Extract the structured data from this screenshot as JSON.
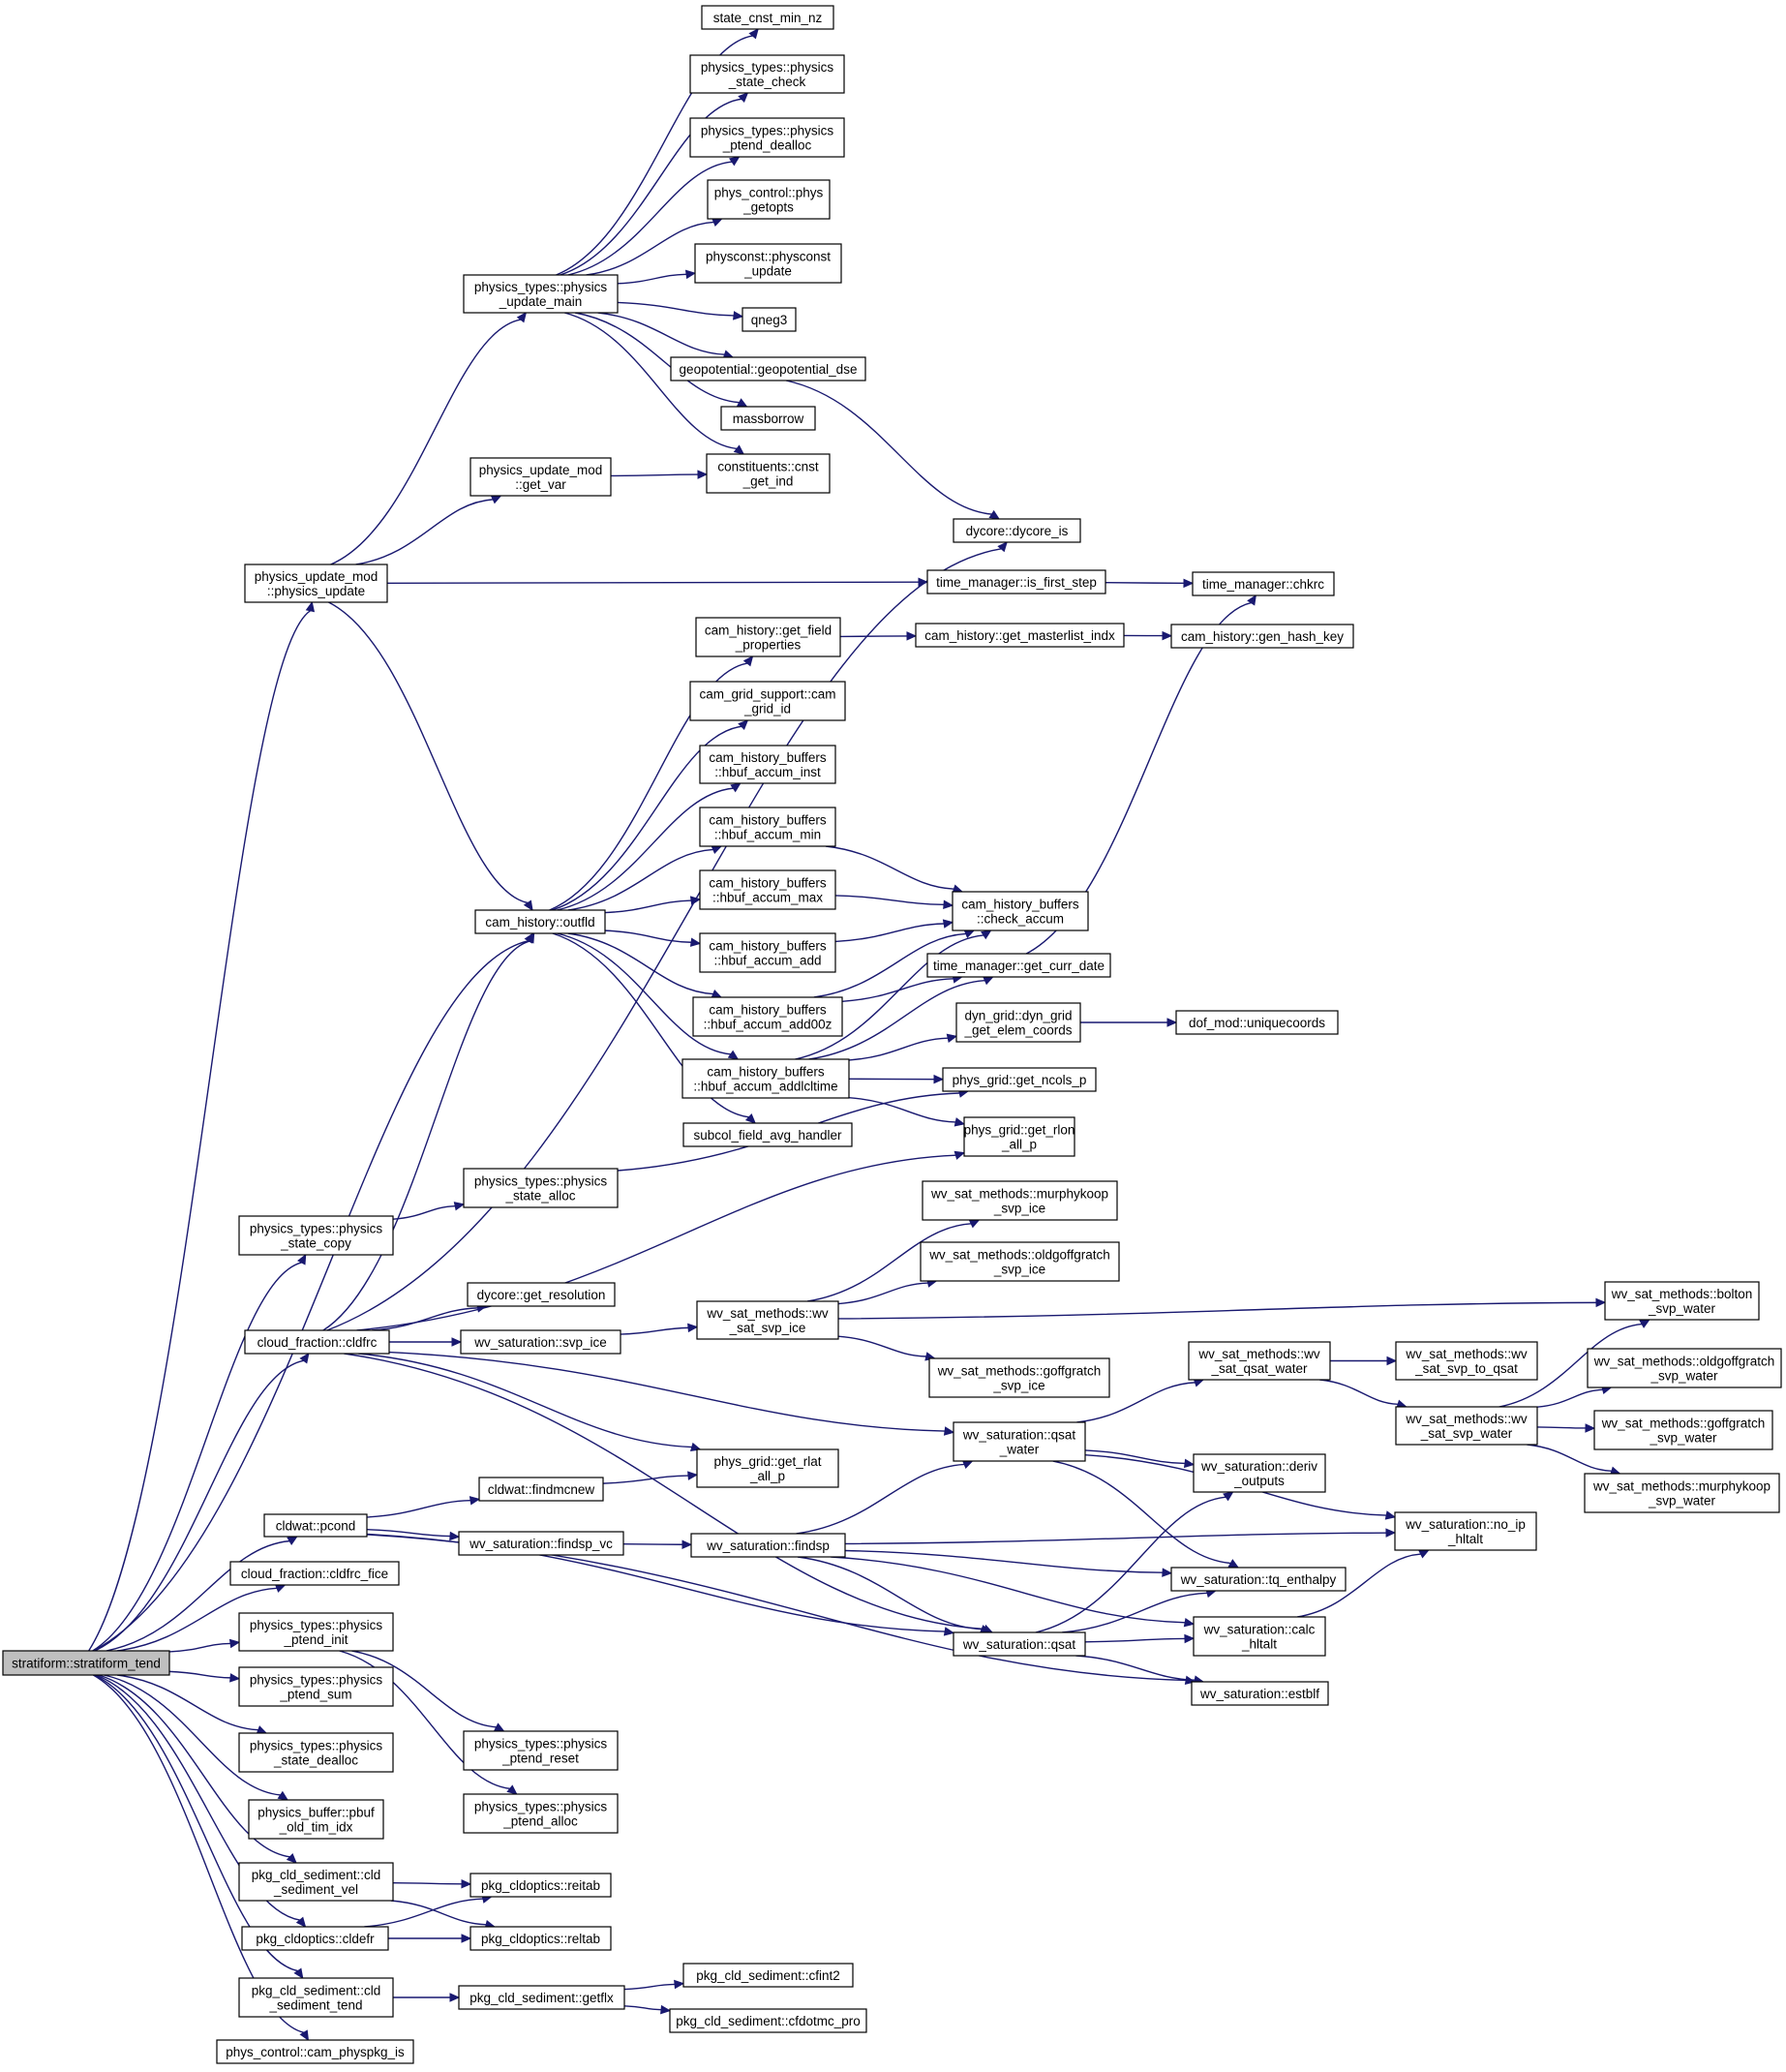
{
  "graph": {
    "edge_color": "#191970",
    "root_fill": "#bfbfbf",
    "nodes": [
      {
        "id": "root",
        "lines": [
          "stratiform::stratiform_tend"
        ],
        "root": true
      },
      {
        "id": "phys_update",
        "lines": [
          "physics_update_mod",
          "::physics_update"
        ]
      },
      {
        "id": "state_copy",
        "lines": [
          "physics_types::physics",
          "_state_copy"
        ]
      },
      {
        "id": "cldfrc",
        "lines": [
          "cloud_fraction::cldfrc"
        ]
      },
      {
        "id": "pcond",
        "lines": [
          "cldwat::pcond"
        ]
      },
      {
        "id": "cldfrc_fice",
        "lines": [
          "cloud_fraction::cldfrc_fice"
        ]
      },
      {
        "id": "ptend_init",
        "lines": [
          "physics_types::physics",
          "_ptend_init"
        ]
      },
      {
        "id": "ptend_sum",
        "lines": [
          "physics_types::physics",
          "_ptend_sum"
        ]
      },
      {
        "id": "state_dealloc",
        "lines": [
          "physics_types::physics",
          "_state_dealloc"
        ]
      },
      {
        "id": "pbuf_old",
        "lines": [
          "physics_buffer::pbuf",
          "_old_tim_idx"
        ]
      },
      {
        "id": "sed_vel",
        "lines": [
          "pkg_cld_sediment::cld",
          "_sediment_vel"
        ]
      },
      {
        "id": "cldefr",
        "lines": [
          "pkg_cldoptics::cldefr"
        ]
      },
      {
        "id": "sed_tend",
        "lines": [
          "pkg_cld_sediment::cld",
          "_sediment_tend"
        ]
      },
      {
        "id": "cam_physpkg_is",
        "lines": [
          "phys_control::cam_physpkg_is"
        ]
      },
      {
        "id": "update_main",
        "lines": [
          "physics_types::physics",
          "_update_main"
        ]
      },
      {
        "id": "get_var",
        "lines": [
          "physics_update_mod",
          "::get_var"
        ]
      },
      {
        "id": "outfld",
        "lines": [
          "cam_history::outfld"
        ]
      },
      {
        "id": "state_alloc",
        "lines": [
          "physics_types::physics",
          "_state_alloc"
        ]
      },
      {
        "id": "get_resolution",
        "lines": [
          "dycore::get_resolution"
        ]
      },
      {
        "id": "svp_ice",
        "lines": [
          "wv_saturation::svp_ice"
        ]
      },
      {
        "id": "findmcnew",
        "lines": [
          "cldwat::findmcnew"
        ]
      },
      {
        "id": "findsp_vc",
        "lines": [
          "wv_saturation::findsp_vc"
        ]
      },
      {
        "id": "ptend_reset",
        "lines": [
          "physics_types::physics",
          "_ptend_reset"
        ]
      },
      {
        "id": "ptend_alloc",
        "lines": [
          "physics_types::physics",
          "_ptend_alloc"
        ]
      },
      {
        "id": "reitab",
        "lines": [
          "pkg_cldoptics::reitab"
        ]
      },
      {
        "id": "reltab",
        "lines": [
          "pkg_cldoptics::reltab"
        ]
      },
      {
        "id": "getflx",
        "lines": [
          "pkg_cld_sediment::getflx"
        ]
      },
      {
        "id": "state_cnst_min_nz",
        "lines": [
          "state_cnst_min_nz"
        ]
      },
      {
        "id": "state_check",
        "lines": [
          "physics_types::physics",
          "_state_check"
        ]
      },
      {
        "id": "ptend_dealloc",
        "lines": [
          "physics_types::physics",
          "_ptend_dealloc"
        ]
      },
      {
        "id": "phys_getopts",
        "lines": [
          "phys_control::phys",
          "_getopts"
        ]
      },
      {
        "id": "physconst_update",
        "lines": [
          "physconst::physconst",
          "_update"
        ]
      },
      {
        "id": "qneg3",
        "lines": [
          "qneg3"
        ]
      },
      {
        "id": "geopot_dse",
        "lines": [
          "geopotential::geopotential_dse"
        ]
      },
      {
        "id": "massborrow",
        "lines": [
          "massborrow"
        ]
      },
      {
        "id": "cnst_get_ind",
        "lines": [
          "constituents::cnst",
          "_get_ind"
        ]
      },
      {
        "id": "get_field_props",
        "lines": [
          "cam_history::get_field",
          "_properties"
        ]
      },
      {
        "id": "cam_grid_id",
        "lines": [
          "cam_grid_support::cam",
          "_grid_id"
        ]
      },
      {
        "id": "hbuf_inst",
        "lines": [
          "cam_history_buffers",
          "::hbuf_accum_inst"
        ]
      },
      {
        "id": "hbuf_min",
        "lines": [
          "cam_history_buffers",
          "::hbuf_accum_min"
        ]
      },
      {
        "id": "hbuf_max",
        "lines": [
          "cam_history_buffers",
          "::hbuf_accum_max"
        ]
      },
      {
        "id": "hbuf_add",
        "lines": [
          "cam_history_buffers",
          "::hbuf_accum_add"
        ]
      },
      {
        "id": "hbuf_add00z",
        "lines": [
          "cam_history_buffers",
          "::hbuf_accum_add00z"
        ]
      },
      {
        "id": "hbuf_addlcltime",
        "lines": [
          "cam_history_buffers",
          "::hbuf_accum_addlcltime"
        ]
      },
      {
        "id": "subcol_avg",
        "lines": [
          "subcol_field_avg_handler"
        ]
      },
      {
        "id": "wv_sat_svp_ice",
        "lines": [
          "wv_sat_methods::wv",
          "_sat_svp_ice"
        ]
      },
      {
        "id": "findsp",
        "lines": [
          "wv_saturation::findsp"
        ]
      },
      {
        "id": "cfint2",
        "lines": [
          "pkg_cld_sediment::cfint2"
        ]
      },
      {
        "id": "cfdotmc_pro",
        "lines": [
          "pkg_cld_sediment::cfdotmc_pro"
        ]
      },
      {
        "id": "dycore_is",
        "lines": [
          "dycore::dycore_is"
        ]
      },
      {
        "id": "is_first_step",
        "lines": [
          "time_manager::is_first_step"
        ]
      },
      {
        "id": "get_masterlist",
        "lines": [
          "cam_history::get_masterlist_indx"
        ]
      },
      {
        "id": "check_accum",
        "lines": [
          "cam_history_buffers",
          "::check_accum"
        ]
      },
      {
        "id": "get_curr_date",
        "lines": [
          "time_manager::get_curr_date"
        ]
      },
      {
        "id": "get_elem_coords",
        "lines": [
          "dyn_grid::dyn_grid",
          "_get_elem_coords"
        ]
      },
      {
        "id": "get_ncols_p",
        "lines": [
          "phys_grid::get_ncols_p"
        ]
      },
      {
        "id": "get_rlon",
        "lines": [
          "phys_grid::get_rlon",
          "_all_p"
        ]
      },
      {
        "id": "murphykoop_ice",
        "lines": [
          "wv_sat_methods::murphykoop",
          "_svp_ice"
        ]
      },
      {
        "id": "oldgoffgratch_ice",
        "lines": [
          "wv_sat_methods::oldgoffgratch",
          "_svp_ice"
        ]
      },
      {
        "id": "goffgratch_ice",
        "lines": [
          "wv_sat_methods::goffgratch",
          "_svp_ice"
        ]
      },
      {
        "id": "qsat_water",
        "lines": [
          "wv_saturation::qsat",
          "_water"
        ]
      },
      {
        "id": "get_rlat",
        "lines": [
          "phys_grid::get_rlat",
          "_all_p"
        ]
      },
      {
        "id": "qsat",
        "lines": [
          "wv_saturation::qsat"
        ]
      },
      {
        "id": "chkrc",
        "lines": [
          "time_manager::chkrc"
        ]
      },
      {
        "id": "gen_hash_key",
        "lines": [
          "cam_history::gen_hash_key"
        ]
      },
      {
        "id": "uniquecoords",
        "lines": [
          "dof_mod::uniquecoords"
        ]
      },
      {
        "id": "wv_sat_qsat_water",
        "lines": [
          "wv_sat_methods::wv",
          "_sat_qsat_water"
        ]
      },
      {
        "id": "deriv_outputs",
        "lines": [
          "wv_saturation::deriv",
          "_outputs"
        ]
      },
      {
        "id": "tq_enthalpy",
        "lines": [
          "wv_saturation::tq_enthalpy"
        ]
      },
      {
        "id": "calc_hltalt",
        "lines": [
          "wv_saturation::calc",
          "_hltalt"
        ]
      },
      {
        "id": "estblf",
        "lines": [
          "wv_saturation::estblf"
        ]
      },
      {
        "id": "svp_to_qsat",
        "lines": [
          "wv_sat_methods::wv",
          "_sat_svp_to_qsat"
        ]
      },
      {
        "id": "wv_sat_svp_water",
        "lines": [
          "wv_sat_methods::wv",
          "_sat_svp_water"
        ]
      },
      {
        "id": "no_ip_hltalt",
        "lines": [
          "wv_saturation::no_ip",
          "_hltalt"
        ]
      },
      {
        "id": "bolton_water",
        "lines": [
          "wv_sat_methods::bolton",
          "_svp_water"
        ]
      },
      {
        "id": "oldgoffgratch_water",
        "lines": [
          "wv_sat_methods::oldgoffgratch",
          "_svp_water"
        ]
      },
      {
        "id": "goffgratch_water",
        "lines": [
          "wv_sat_methods::goffgratch",
          "_svp_water"
        ]
      },
      {
        "id": "murphykoop_water",
        "lines": [
          "wv_sat_methods::murphykoop",
          "_svp_water"
        ]
      }
    ],
    "edges": [
      [
        "root",
        "phys_update"
      ],
      [
        "root",
        "state_copy"
      ],
      [
        "root",
        "cldfrc"
      ],
      [
        "root",
        "pcond"
      ],
      [
        "root",
        "cldfrc_fice"
      ],
      [
        "root",
        "ptend_init"
      ],
      [
        "root",
        "ptend_sum"
      ],
      [
        "root",
        "state_dealloc"
      ],
      [
        "root",
        "pbuf_old"
      ],
      [
        "root",
        "sed_vel"
      ],
      [
        "root",
        "cldefr"
      ],
      [
        "root",
        "sed_tend"
      ],
      [
        "root",
        "cam_physpkg_is"
      ],
      [
        "root",
        "outfld"
      ],
      [
        "phys_update",
        "update_main"
      ],
      [
        "phys_update",
        "get_var"
      ],
      [
        "phys_update",
        "outfld"
      ],
      [
        "phys_update",
        "is_first_step"
      ],
      [
        "update_main",
        "state_cnst_min_nz"
      ],
      [
        "update_main",
        "state_check"
      ],
      [
        "update_main",
        "ptend_dealloc"
      ],
      [
        "update_main",
        "phys_getopts"
      ],
      [
        "update_main",
        "physconst_update"
      ],
      [
        "update_main",
        "qneg3"
      ],
      [
        "update_main",
        "geopot_dse"
      ],
      [
        "update_main",
        "massborrow"
      ],
      [
        "update_main",
        "cnst_get_ind"
      ],
      [
        "get_var",
        "cnst_get_ind"
      ],
      [
        "geopot_dse",
        "dycore_is"
      ],
      [
        "is_first_step",
        "chkrc"
      ],
      [
        "outfld",
        "get_field_props"
      ],
      [
        "outfld",
        "cam_grid_id"
      ],
      [
        "outfld",
        "hbuf_inst"
      ],
      [
        "outfld",
        "hbuf_min"
      ],
      [
        "outfld",
        "hbuf_max"
      ],
      [
        "outfld",
        "hbuf_add"
      ],
      [
        "outfld",
        "hbuf_add00z"
      ],
      [
        "outfld",
        "hbuf_addlcltime"
      ],
      [
        "outfld",
        "subcol_avg"
      ],
      [
        "get_field_props",
        "get_masterlist"
      ],
      [
        "get_masterlist",
        "gen_hash_key"
      ],
      [
        "hbuf_min",
        "check_accum"
      ],
      [
        "hbuf_max",
        "check_accum"
      ],
      [
        "hbuf_add",
        "check_accum"
      ],
      [
        "hbuf_add00z",
        "check_accum"
      ],
      [
        "hbuf_add00z",
        "get_curr_date"
      ],
      [
        "hbuf_addlcltime",
        "check_accum"
      ],
      [
        "hbuf_addlcltime",
        "get_curr_date"
      ],
      [
        "hbuf_addlcltime",
        "get_elem_coords"
      ],
      [
        "hbuf_addlcltime",
        "get_ncols_p"
      ],
      [
        "hbuf_addlcltime",
        "get_rlon"
      ],
      [
        "get_curr_date",
        "chkrc"
      ],
      [
        "get_elem_coords",
        "uniquecoords"
      ],
      [
        "state_copy",
        "state_alloc"
      ],
      [
        "state_alloc",
        "get_ncols_p"
      ],
      [
        "cldfrc",
        "dycore_is"
      ],
      [
        "cldfrc",
        "outfld"
      ],
      [
        "cldfrc",
        "get_rlon"
      ],
      [
        "cldfrc",
        "get_resolution"
      ],
      [
        "cldfrc",
        "svp_ice"
      ],
      [
        "cldfrc",
        "qsat_water"
      ],
      [
        "cldfrc",
        "get_rlat"
      ],
      [
        "cldfrc",
        "qsat"
      ],
      [
        "svp_ice",
        "wv_sat_svp_ice"
      ],
      [
        "wv_sat_svp_ice",
        "murphykoop_ice"
      ],
      [
        "wv_sat_svp_ice",
        "oldgoffgratch_ice"
      ],
      [
        "wv_sat_svp_ice",
        "bolton_water"
      ],
      [
        "wv_sat_svp_ice",
        "goffgratch_ice"
      ],
      [
        "qsat_water",
        "wv_sat_qsat_water"
      ],
      [
        "qsat_water",
        "deriv_outputs"
      ],
      [
        "qsat_water",
        "no_ip_hltalt"
      ],
      [
        "qsat_water",
        "tq_enthalpy"
      ],
      [
        "wv_sat_qsat_water",
        "svp_to_qsat"
      ],
      [
        "wv_sat_qsat_water",
        "wv_sat_svp_water"
      ],
      [
        "wv_sat_svp_water",
        "bolton_water"
      ],
      [
        "wv_sat_svp_water",
        "oldgoffgratch_water"
      ],
      [
        "wv_sat_svp_water",
        "goffgratch_water"
      ],
      [
        "wv_sat_svp_water",
        "murphykoop_water"
      ],
      [
        "pcond",
        "findmcnew"
      ],
      [
        "pcond",
        "findsp_vc"
      ],
      [
        "pcond",
        "qsat"
      ],
      [
        "pcond",
        "estblf"
      ],
      [
        "findmcnew",
        "get_rlat"
      ],
      [
        "findsp_vc",
        "findsp"
      ],
      [
        "findsp",
        "qsat_water"
      ],
      [
        "findsp",
        "no_ip_hltalt"
      ],
      [
        "findsp",
        "tq_enthalpy"
      ],
      [
        "findsp",
        "calc_hltalt"
      ],
      [
        "findsp",
        "qsat"
      ],
      [
        "qsat",
        "deriv_outputs"
      ],
      [
        "qsat",
        "tq_enthalpy"
      ],
      [
        "qsat",
        "calc_hltalt"
      ],
      [
        "qsat",
        "estblf"
      ],
      [
        "calc_hltalt",
        "no_ip_hltalt"
      ],
      [
        "ptend_init",
        "ptend_reset"
      ],
      [
        "ptend_init",
        "ptend_alloc"
      ],
      [
        "sed_vel",
        "reitab"
      ],
      [
        "sed_vel",
        "reltab"
      ],
      [
        "cldefr",
        "reitab"
      ],
      [
        "cldefr",
        "reltab"
      ],
      [
        "sed_tend",
        "getflx"
      ],
      [
        "getflx",
        "cfint2"
      ],
      [
        "getflx",
        "cfdotmc_pro"
      ]
    ]
  }
}
